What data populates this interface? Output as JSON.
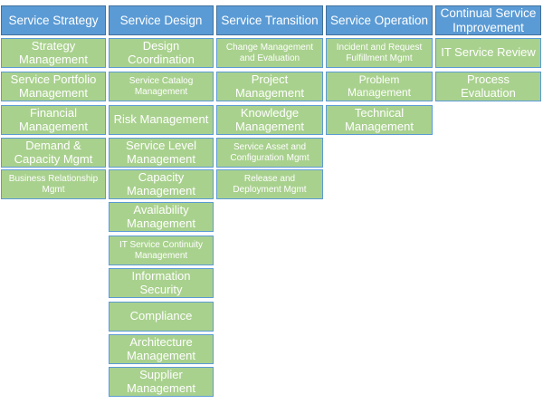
{
  "columns": [
    {
      "header": "Service Strategy",
      "items": [
        "Strategy Management",
        "Service Portfolio Management",
        "Financial Management",
        "Demand & Capacity Mgmt",
        "Business Relationship Mgmt"
      ]
    },
    {
      "header": "Service Design",
      "items": [
        "Design Coordination",
        "Service Catalog Management",
        "Risk Management",
        "Service Level Management",
        "Capacity Management",
        "Availability Management",
        "IT Service Continuity Management",
        "Information Security",
        "Compliance",
        "Architecture Management",
        "Supplier Management"
      ]
    },
    {
      "header": "Service Transition",
      "items": [
        "Change Management and Evaluation",
        "Project Management",
        "Knowledge Management",
        "Service Asset and Configuration Mgmt",
        "Release and Deployment Mgmt"
      ]
    },
    {
      "header": "Service Operation",
      "items": [
        "Incident and Request Fulfillment Mgmt",
        "Problem Management",
        "Technical Management"
      ]
    },
    {
      "header": "Continual Service Improvement",
      "items": [
        "IT Service Review",
        "Process Evaluation"
      ]
    }
  ],
  "colors": {
    "header_fill": "#5b9bd5",
    "item_fill": "#a9d18e",
    "text": "#ffffff"
  }
}
